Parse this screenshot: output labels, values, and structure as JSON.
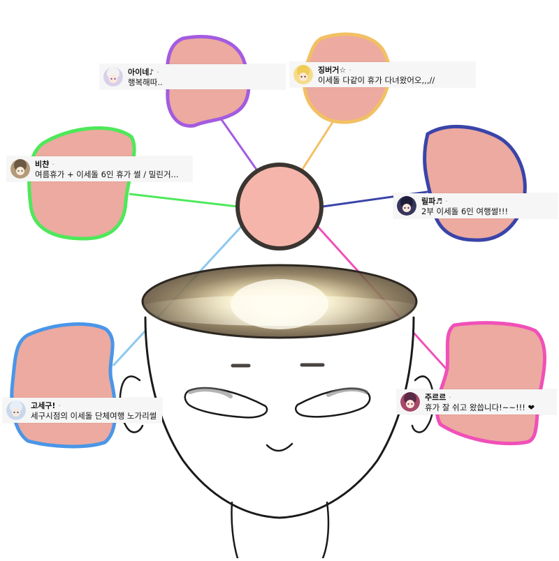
{
  "colors": {
    "blob_fill": "#ecaaa0",
    "center_fill": "#f5b5aa",
    "purple": "#a45be0",
    "yellow": "#f2c064",
    "green": "#4ee85a",
    "navy": "#3a44a8",
    "blue": "#4a96e8",
    "light_blue": "#8cc8ee",
    "pink": "#f050b8",
    "line_dark": "#333333"
  },
  "comments": [
    {
      "name": "아이네♪",
      "separator": "·",
      "message": "행복해따..",
      "avatar_color": "#d8d0ea",
      "hair_color": "#f2f2f2",
      "icon": "ine-avatar"
    },
    {
      "name": "징버거☆",
      "separator": "·",
      "message": "이세돌 다같이 휴가 다녀왔어오,,,//",
      "avatar_color": "#f5dc8c",
      "hair_color": "#f0cc55",
      "icon": "jingburger-avatar"
    },
    {
      "name": "비챤",
      "separator": "·",
      "message": "여름휴가 + 이세돌 6인 휴가 썰 / 밀린거...",
      "avatar_color": "#b39a7a",
      "hair_color": "#6b5b44",
      "icon": "viichan-avatar"
    },
    {
      "name": "릴파♬",
      "separator": "·",
      "message": "2부 이세돌 6인 여행썰!!!",
      "avatar_color": "#37365c",
      "hair_color": "#1f1e3a",
      "icon": "lilpa-avatar"
    },
    {
      "name": "고세구!",
      "separator": "·",
      "message": "세구시점의 이세돌 단체여행 노가리썰",
      "avatar_color": "#c9d8ea",
      "hair_color": "#e6eef8",
      "icon": "gosegu-avatar"
    },
    {
      "name": "주르르",
      "separator": "·",
      "message": "휴가 잘 쉬고 왔씁니다!~~!!! ❤",
      "avatar_color": "#a7486a",
      "hair_color": "#5a2a44",
      "icon": "jururu-avatar"
    }
  ]
}
